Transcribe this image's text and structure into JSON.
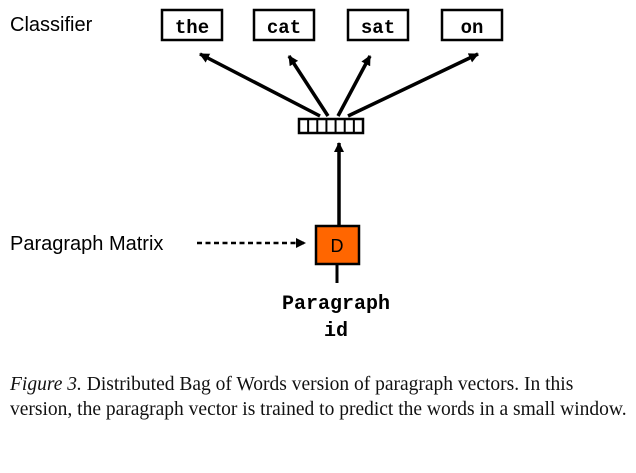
{
  "figure": {
    "classifier_label": "Classifier",
    "words": [
      "the",
      "cat",
      "sat",
      "on"
    ],
    "paragraph_matrix_label": "Paragraph Matrix",
    "matrix_symbol": "D",
    "paragraph_id_line1": "Paragraph",
    "paragraph_id_line2": "id",
    "matrix_color": "#ff6600",
    "vector_cells": 7
  },
  "caption": {
    "label": "Figure 3.",
    "text": " Distributed Bag of Words version of paragraph vectors. In this version, the paragraph vector is trained to predict the words in a small window."
  }
}
